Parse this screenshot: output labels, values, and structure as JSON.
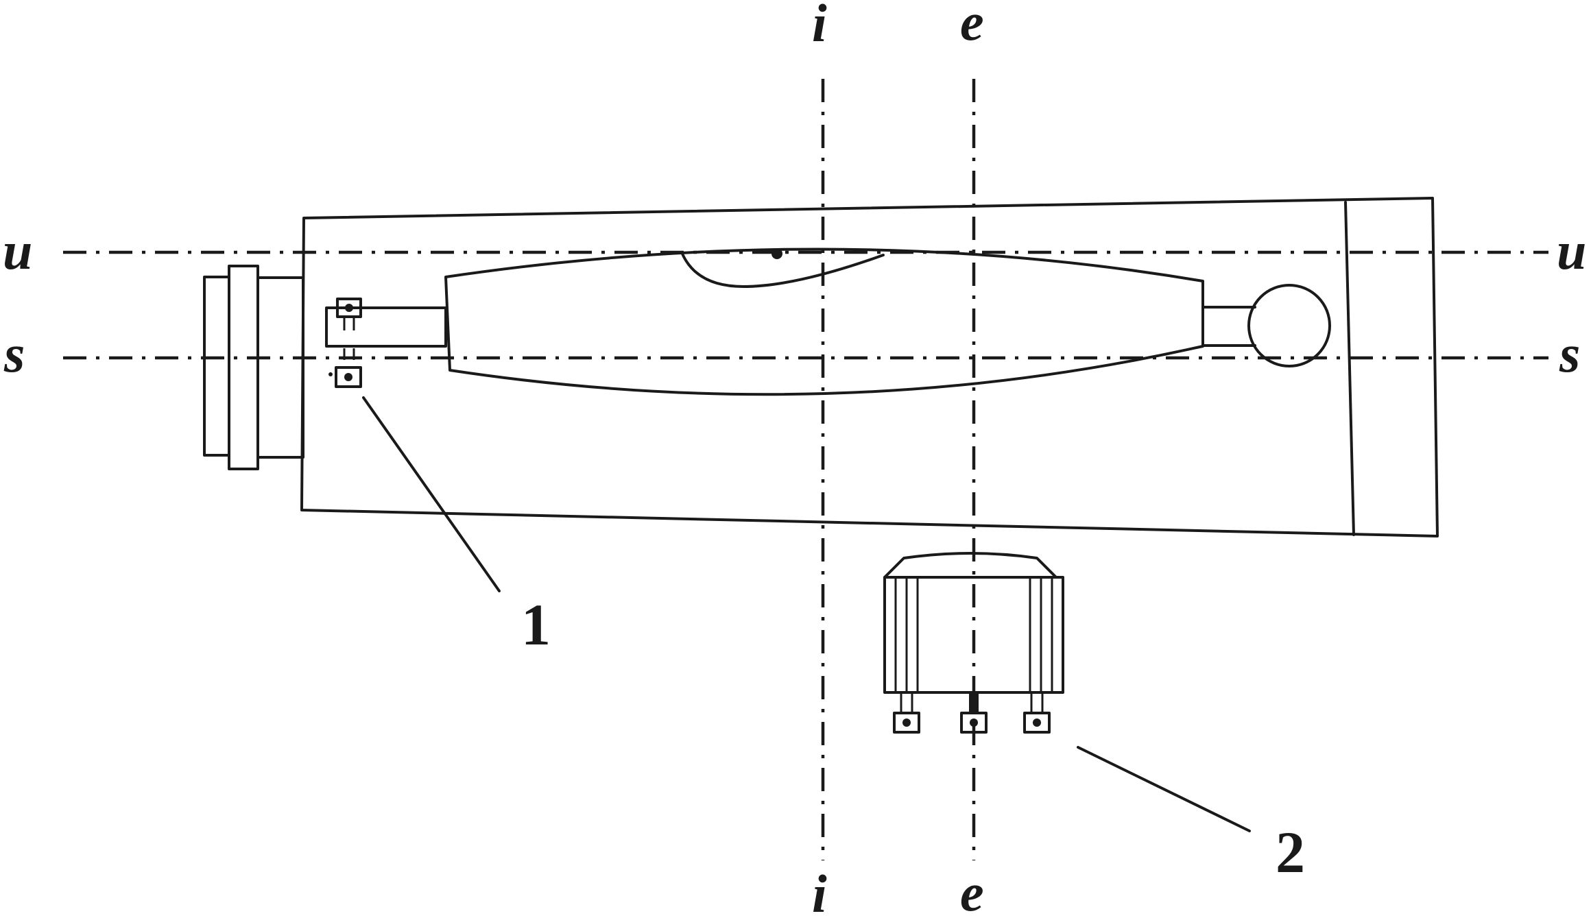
{
  "axis_labels": {
    "u_left": "u",
    "u_right": "u",
    "s_left": "s",
    "s_right": "s",
    "i_top": "i",
    "i_bottom": "i",
    "e_top": "e",
    "e_bottom": "e"
  },
  "callouts": {
    "part_1": "1",
    "part_2": "2"
  },
  "colors": {
    "ink": "#1a1a1a",
    "background": "#ffffff"
  }
}
